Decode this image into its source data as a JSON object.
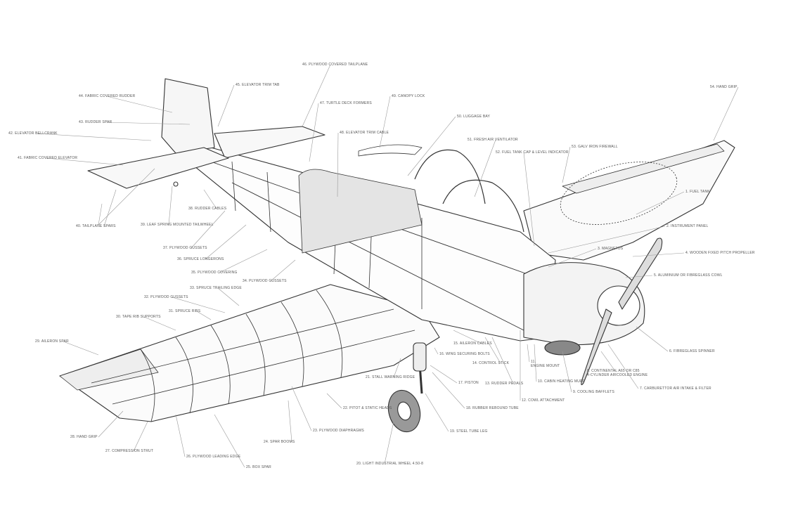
{
  "labels": [
    "1. FUEL TANK",
    "2. INSTRUMENT PANEL",
    "3. MAGNETOS",
    "4. WOODEN FIXED PITCH PROPELLER",
    "5. ALUMINIUM OR FIBREGLASS COWL",
    "6. FIBREGLASS SPINNER",
    "7. CARBURETTOR AIR INTAKE & FILTER",
    "8. CONTINENTAL A65 OR C85\n4-CYLINDER AIRCOOLED ENGINE",
    "9. COOLING BAFFLETS",
    "10. CABIN HEATING MUFF",
    "11.\nENGINE MOUNT",
    "12. COWL ATTACHMENT",
    "13. RUDDER PEDALS",
    "14. CONTROL STICK",
    "15. AILERON CABLES",
    "16. WING SECURING BOLTS",
    "17. PISTON",
    "18. RUBBER REBOUND TUBE",
    "19. STEEL TUBE LEG",
    "20. LIGHT INDUSTRIAL WHEEL 4.50-8",
    "21. STALL WARNING RIDGE",
    "22. PITOT & STATIC HEADS",
    "23. PLYWOOD DIAPHRAGMS",
    "24. SPAR BOOMS",
    "25. BOX SPAR",
    "26. PLYWOOD LEADING EDGE",
    "27. COMPRESSION STRUT",
    "28. HAND GRIP",
    "29. AILERON SPAR",
    "30. TAPE RIB SUPPORTS",
    "31. SPRUCE RIBS",
    "32. PLYWOOD GUSSETS",
    "33. SPRUCE TRAILING EDGE",
    "34. PLYWOOD GUSSETS",
    "35. PLYWOOD COVERING",
    "36. SPRUCE LONGERONS",
    "37. PLYWOOD GUSSETS",
    "38. RUDDER CABLES",
    "39. LEAF SPRING MOUNTED TAILWHEEL",
    "40. TAILPLANE SPARS",
    "41. FABRIC COVERED ELEVATOR",
    "42. ELEVATOR BELLCRANK",
    "43. RUDDER SPAR",
    "44. FABRIC COVERED RUDDER",
    "45. ELEVATOR TRIM TAB",
    "46. PLYWOOD COVERED TAILPLANE",
    "47. TURTLE DECK FORMERS",
    "48. ELEVATOR TRIM CABLE",
    "49. CANOPY LOCK",
    "50. LUGGAGE BAY",
    "51. FRESH AIR VENTILATOR",
    "52. FUEL TANK CAP & LEVEL INDICATOR",
    "53. GALV IRON FIREWALL",
    "54. HAND GRIP"
  ],
  "colors": {
    "ink": "#333333",
    "leader": "#9a9a9a",
    "label": "#555555"
  }
}
